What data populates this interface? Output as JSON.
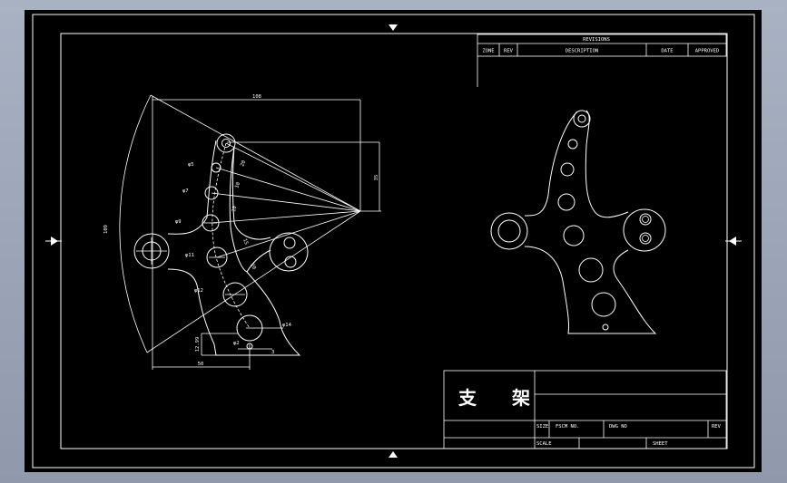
{
  "drawing": {
    "title_block": {
      "title": "支 架",
      "size_label": "SIZE",
      "fscm_label": "FSCM NO.",
      "dwg_label": "DWG NO",
      "rev_label": "REV",
      "scale_label": "SCALE",
      "sheet_label": "SHEET"
    },
    "revisions": {
      "header": "REVISIONS",
      "columns": [
        "ZONE",
        "REV",
        "DESCRIPTION",
        "DATE",
        "APPROVED"
      ]
    },
    "dimensions": {
      "width_top": "108",
      "height_right": "35",
      "arc_radius": "109",
      "d5": "φ5",
      "d7": "φ7",
      "d9": "φ9",
      "d11": "φ11",
      "d12": "φ12",
      "d14": "φ14",
      "d2": "φ2",
      "gap20": "20",
      "gap10a": "10",
      "gap10b": "10",
      "gap15": "15",
      "gap20b": "20",
      "depth": "12.99",
      "base": "50",
      "small": "3"
    }
  },
  "colors": {
    "canvas": "#000000",
    "line": "#ffffff",
    "window_bg": "#9aa3b5"
  }
}
